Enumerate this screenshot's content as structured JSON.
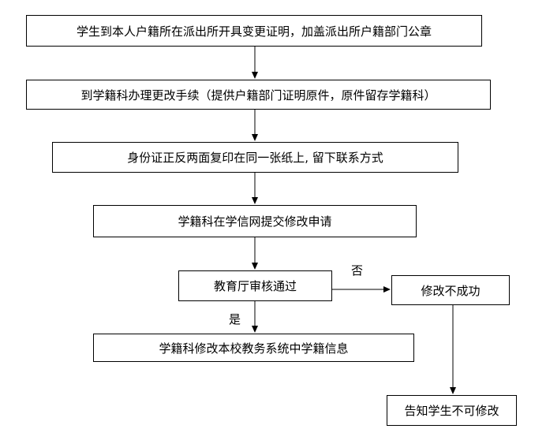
{
  "flowchart": {
    "steps": [
      {
        "id": "b1",
        "text": "学生到本人户籍所在派出所开具变更证明，加盖派出所户籍部门公章"
      },
      {
        "id": "b2",
        "text": "到学籍科办理更改手续（提供户籍部门证明原件，原件留存学籍科）"
      },
      {
        "id": "b3",
        "text": "身份证正反两面复印在同一张纸上, 留下联系方式"
      },
      {
        "id": "b4",
        "text": "学籍科在学信网提交修改申请"
      },
      {
        "id": "b5",
        "text": "教育厅审核通过"
      },
      {
        "id": "b6",
        "text": "学籍科修改本校教务系统中学籍信息"
      },
      {
        "id": "b7",
        "text": "修改不成功"
      },
      {
        "id": "b8",
        "text": "告知学生不可修改"
      }
    ],
    "branch_labels": {
      "no": "否",
      "yes": "是"
    },
    "edges": [
      {
        "from": "b1",
        "to": "b2"
      },
      {
        "from": "b2",
        "to": "b3"
      },
      {
        "from": "b3",
        "to": "b4"
      },
      {
        "from": "b4",
        "to": "b5"
      },
      {
        "from": "b5",
        "to": "b6",
        "label": "是"
      },
      {
        "from": "b5",
        "to": "b7",
        "label": "否"
      },
      {
        "from": "b7",
        "to": "b8"
      }
    ]
  }
}
